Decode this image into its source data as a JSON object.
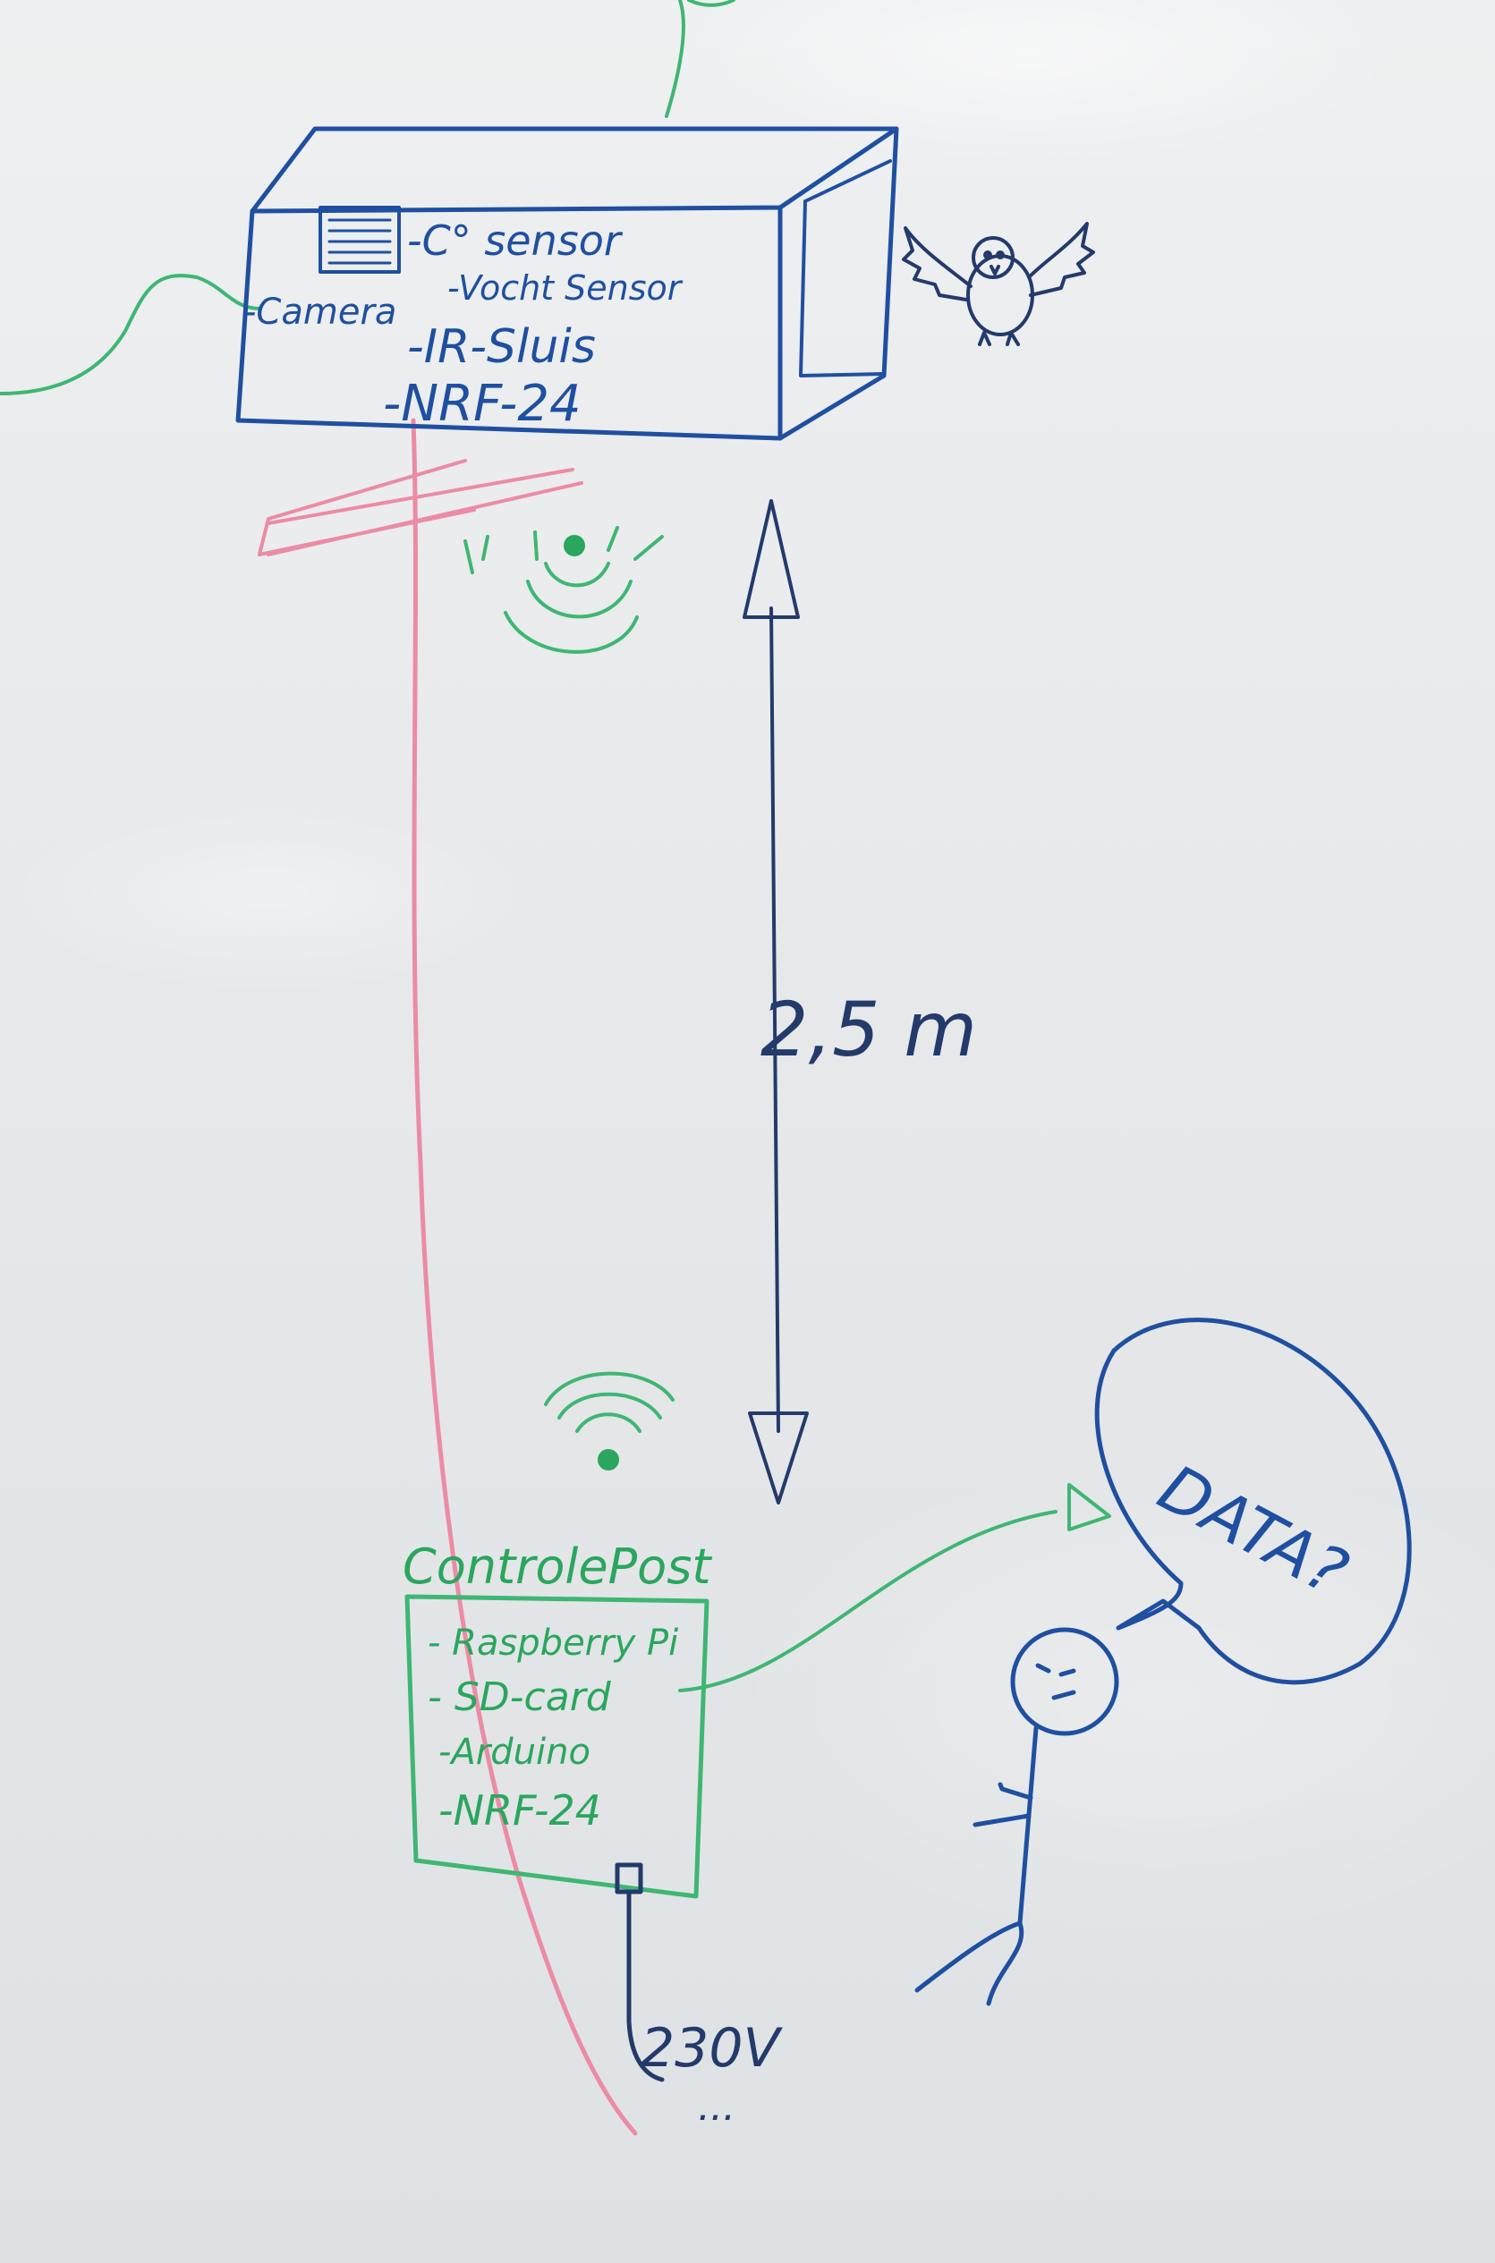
{
  "nestbox": {
    "items": [
      "-C° sensor",
      "-Vocht Sensor",
      "-Camera",
      "-IR-Sluis",
      "-NRF-24"
    ]
  },
  "distance": {
    "label": "2,5 m"
  },
  "control_post": {
    "title": "ControlePost",
    "items": [
      "- Raspberry Pi",
      "- SD-card",
      "-Arduino",
      "-NRF-24"
    ]
  },
  "power": {
    "label": "230V",
    "trail": "..."
  },
  "thought": {
    "label": "DATA?"
  },
  "colors": {
    "blue_marker": "#1f4fa0",
    "green_marker": "#3fb673",
    "red_marker": "#ec8ba4",
    "board": "#e9ebed"
  },
  "icons": [
    "bird-icon",
    "wifi-signal-icon",
    "person-icon",
    "thought-bubble-icon",
    "vent-grille-icon"
  ]
}
